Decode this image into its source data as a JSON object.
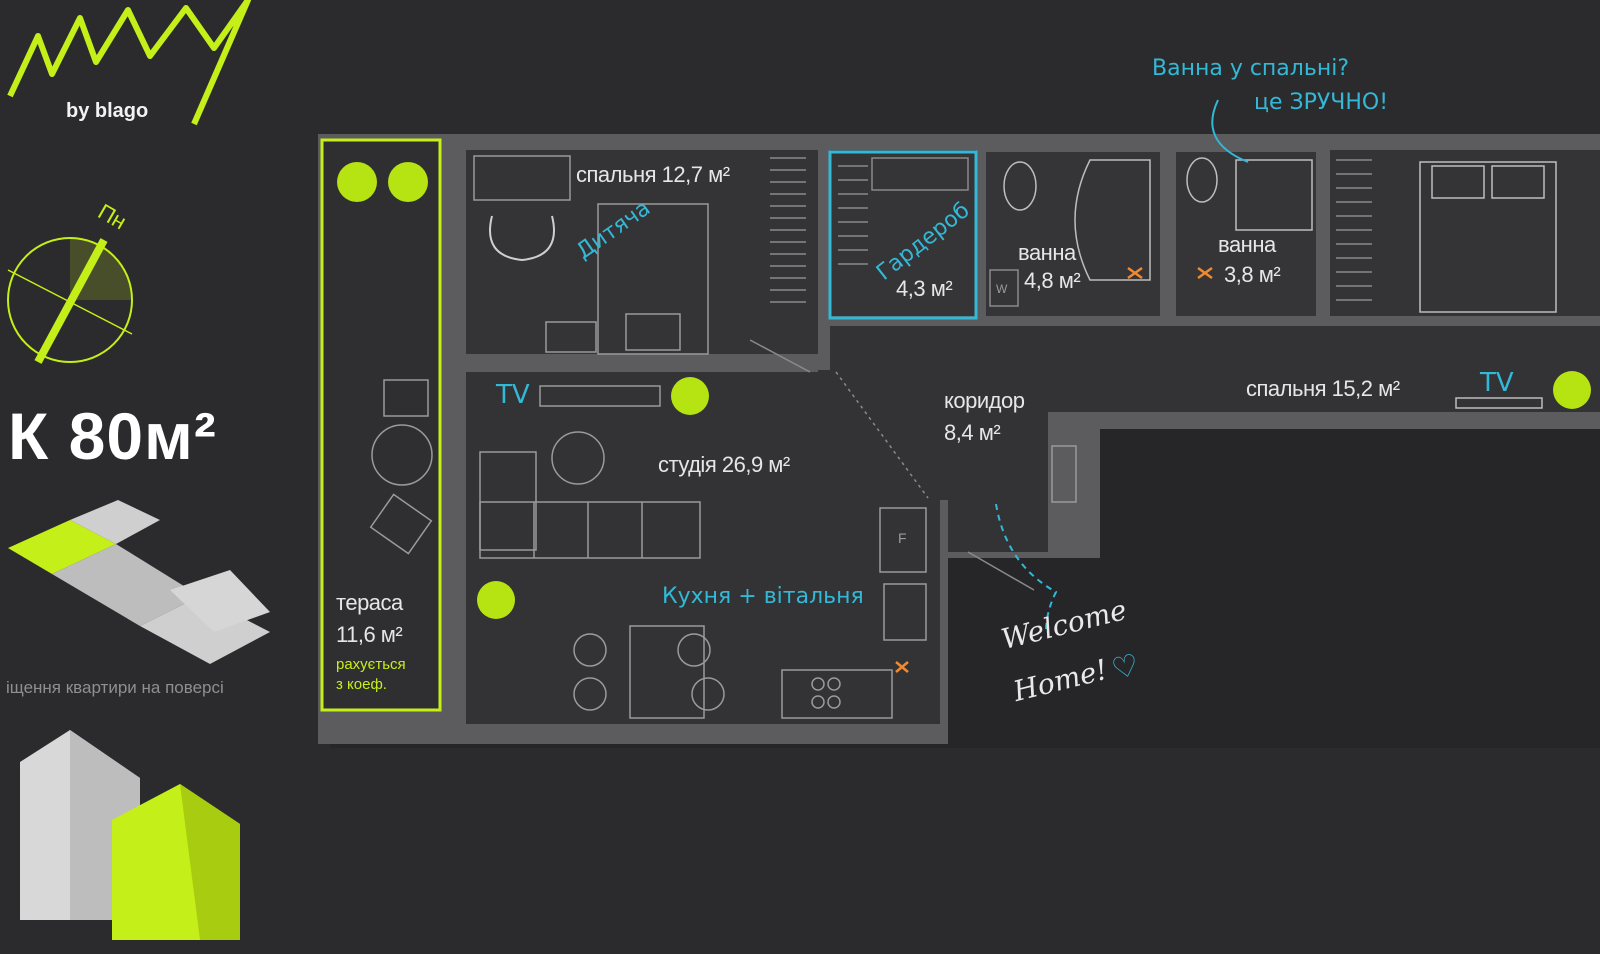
{
  "brand": {
    "tagline": "by blago"
  },
  "compass": {
    "label": "Пн"
  },
  "apartment": {
    "title": "К 80м²"
  },
  "location_caption": "іщення квартири на поверсі",
  "rooms": {
    "bedroom1": {
      "name": "спальня",
      "area": "12,7 м²"
    },
    "kids_note": "Дитяча",
    "wardrobe": {
      "name": "Гардероб",
      "area": "4,3 м²"
    },
    "bath1": {
      "name": "ванна",
      "area": "4,8 м²"
    },
    "bath2": {
      "name": "ванна",
      "area": "3,8 м²"
    },
    "corridor": {
      "name": "коридор",
      "area": "8,4 м²"
    },
    "bedroom2": {
      "name": "спальня",
      "area": "15,2 м²"
    },
    "studio": {
      "name": "студія",
      "area": "26,9 м²"
    },
    "kitchen_note": "Кухня + вітальня",
    "terrace": {
      "name": "тераса",
      "area": "11,6 м²",
      "note1": "рахується",
      "note2": "з коеф."
    }
  },
  "annotations": {
    "tv1": "TV",
    "tv2": "TV",
    "fridge": "F",
    "washer": "W",
    "bath_question": "Ванна у спальні?",
    "bath_answer": "це ЗРУЧНО!",
    "welcome1": "Welcome",
    "welcome2": "Home!"
  },
  "colors": {
    "background": "#2b2b2d",
    "accent_lime": "#c5ef19",
    "accent_cyan": "#33b8d6",
    "wall": "#5a5a5c",
    "floor": "#333335"
  }
}
